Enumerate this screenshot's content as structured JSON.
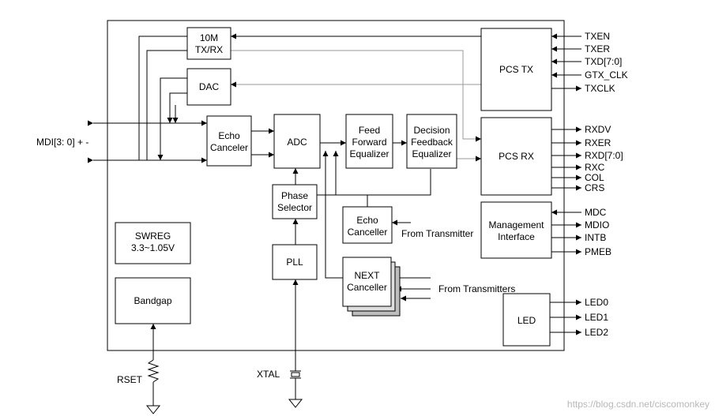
{
  "blocks": {
    "tenm": [
      "10M",
      "TX/RX"
    ],
    "dac": [
      "DAC"
    ],
    "echo_canceller": [
      "Echo",
      "Canceler"
    ],
    "adc": [
      "ADC"
    ],
    "ffe": [
      "Feed",
      "Forward",
      "Equalizer"
    ],
    "dfe": [
      "Decision",
      "Feedback",
      "Equalizer"
    ],
    "pcs_tx": [
      "PCS TX"
    ],
    "pcs_rx": [
      "PCS RX"
    ],
    "phase_selector": [
      "Phase",
      "Selector"
    ],
    "echo_canceller2": [
      "Echo",
      "Canceller"
    ],
    "mgmt": [
      "Management",
      "Interface"
    ],
    "swreg": [
      "SWREG",
      "3.3~1.05V"
    ],
    "pll": [
      "PLL"
    ],
    "next": [
      "NEXT",
      "Canceller"
    ],
    "bandgap": [
      "Bandgap"
    ],
    "led": [
      "LED"
    ]
  },
  "signals": {
    "mdi": "MDI[3: 0] + -",
    "tx_inputs": [
      "TXEN",
      "TXER",
      "TXD[7:0]",
      "GTX_CLK"
    ],
    "tx_output": "TXCLK",
    "rx_outputs": [
      "RXDV",
      "RXER",
      "RXD[7:0]",
      "RXC",
      "COL",
      "CRS"
    ],
    "mdc": "MDC",
    "mdio": "MDIO",
    "intb": "INTB",
    "pmeb": "PMEB",
    "leds": [
      "LED0",
      "LED1",
      "LED2"
    ],
    "from_transmitter": "From Transmitter",
    "from_transmitters": "From Transmitters",
    "xtal": "XTAL",
    "rset": "RSET"
  },
  "watermark": "https://blog.csdn.net/ciscomonkey"
}
